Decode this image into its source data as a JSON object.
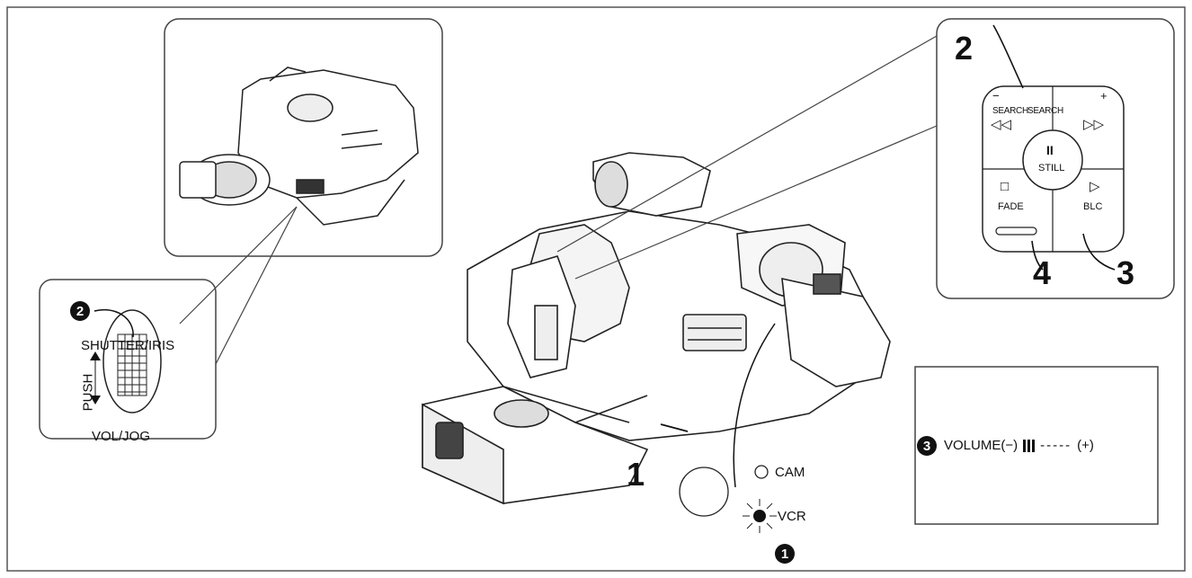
{
  "colors": {
    "line": "#111111",
    "box_border": "#555555",
    "background": "#ffffff"
  },
  "callouts": {
    "n1": "1",
    "n2": "2",
    "n3": "3",
    "n4": "4",
    "b1": "1",
    "b2": "2",
    "b3": "3"
  },
  "dial": {
    "top_label": "SHUTTER/IRIS",
    "bottom_label": "VOL/JOG",
    "side_label": "PUSH"
  },
  "mode": {
    "cam_label": "CAM",
    "vcr_label": "VCR"
  },
  "buttons": {
    "search_minus_sign": "−",
    "search_plus_sign": "+",
    "search_left": "SEARCH",
    "search_right": "SEARCH",
    "rewind_glyph": "◁◁",
    "ff_glyph": "▷▷",
    "still_glyph": "II",
    "still_label": "STILL",
    "stop_glyph": "□",
    "fade_label": "FADE",
    "play_glyph": "▷",
    "blc_label": "BLC"
  },
  "volume": {
    "prefix": "VOLUME(−)",
    "bars_filled": 3,
    "dashes": "-----",
    "suffix": "(+)"
  }
}
